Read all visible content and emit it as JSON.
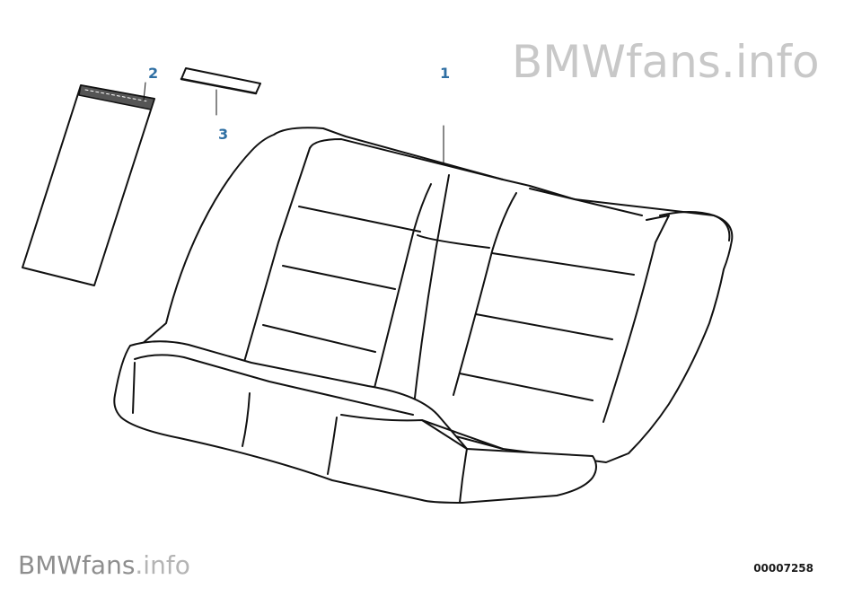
{
  "watermark": {
    "brand": "BMWfans",
    "suffix": ".info"
  },
  "callouts": [
    {
      "label": "1"
    },
    {
      "label": "2"
    },
    {
      "label": "3"
    }
  ],
  "document_number": "00007258",
  "colors": {
    "callout": "#2f6fa3",
    "watermark_top": "#c8c8c8",
    "watermark_bottom": "#8e8e8e"
  }
}
